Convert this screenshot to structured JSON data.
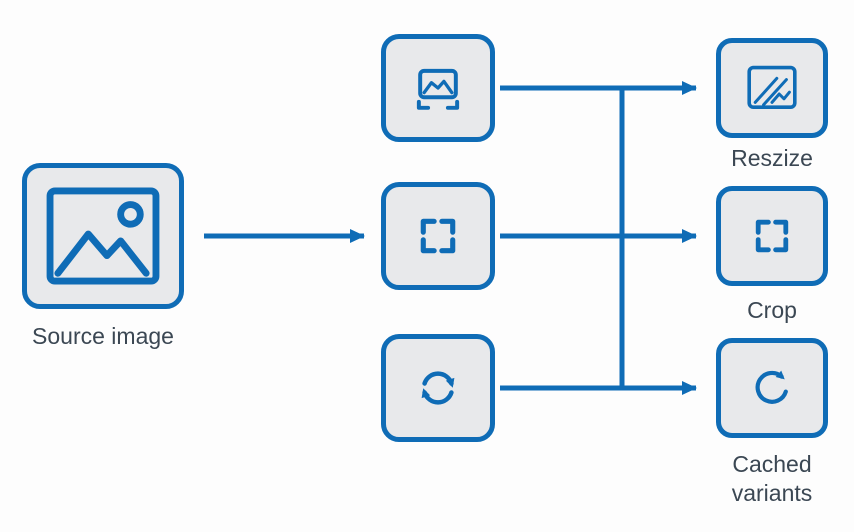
{
  "colors": {
    "accent_blue": "#0f6cb6",
    "icon_fill": "#e8e9eb",
    "label_text": "#3b4753",
    "background": "#fdfdfd"
  },
  "source": {
    "label": "Source image",
    "icon": "image-icon"
  },
  "transforms": [
    {
      "icon": "thumbnail-image-icon"
    },
    {
      "icon": "crop-frame-icon"
    },
    {
      "icon": "sync-arrows-icon"
    }
  ],
  "outputs": [
    {
      "label": "Reszize",
      "icon": "resize-image-icon"
    },
    {
      "label": "Crop",
      "icon": "crop-frame-icon"
    },
    {
      "label": "Cached variants",
      "icon": "refresh-arrow-icon"
    }
  ]
}
